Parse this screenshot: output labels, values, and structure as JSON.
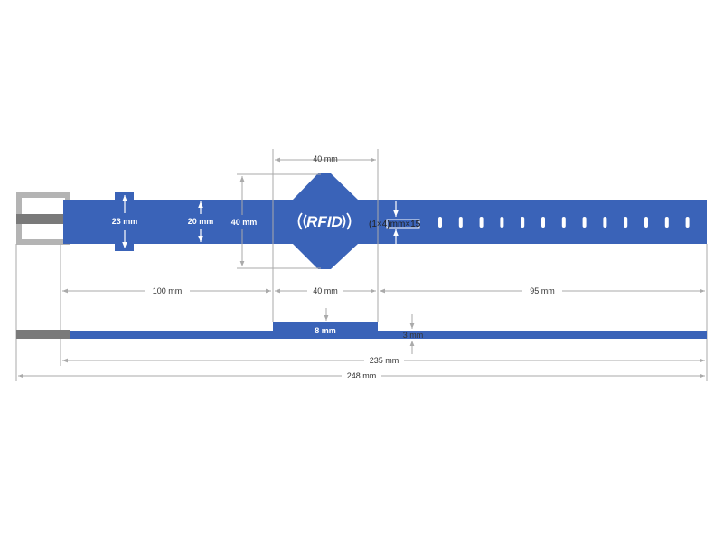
{
  "colors": {
    "band": "#3a63b8",
    "buckle": "#b4b4b4",
    "buckle_bar": "#7a7a7a",
    "dim_line": "#aaaaaa"
  },
  "logo": "RFID",
  "labels": {
    "notch_width": "23 mm",
    "band_width": "20 mm",
    "head_height": "40 mm",
    "head_width_top": "40 mm",
    "slot_size": "(1×4)mm×15",
    "left_length": "100 mm",
    "head_length": "40 mm",
    "right_length": "95 mm",
    "head_thickness": "8 mm",
    "band_thickness": "3 mm",
    "band_length": "235 mm",
    "total_length": "248 mm"
  },
  "slot_count": 15
}
